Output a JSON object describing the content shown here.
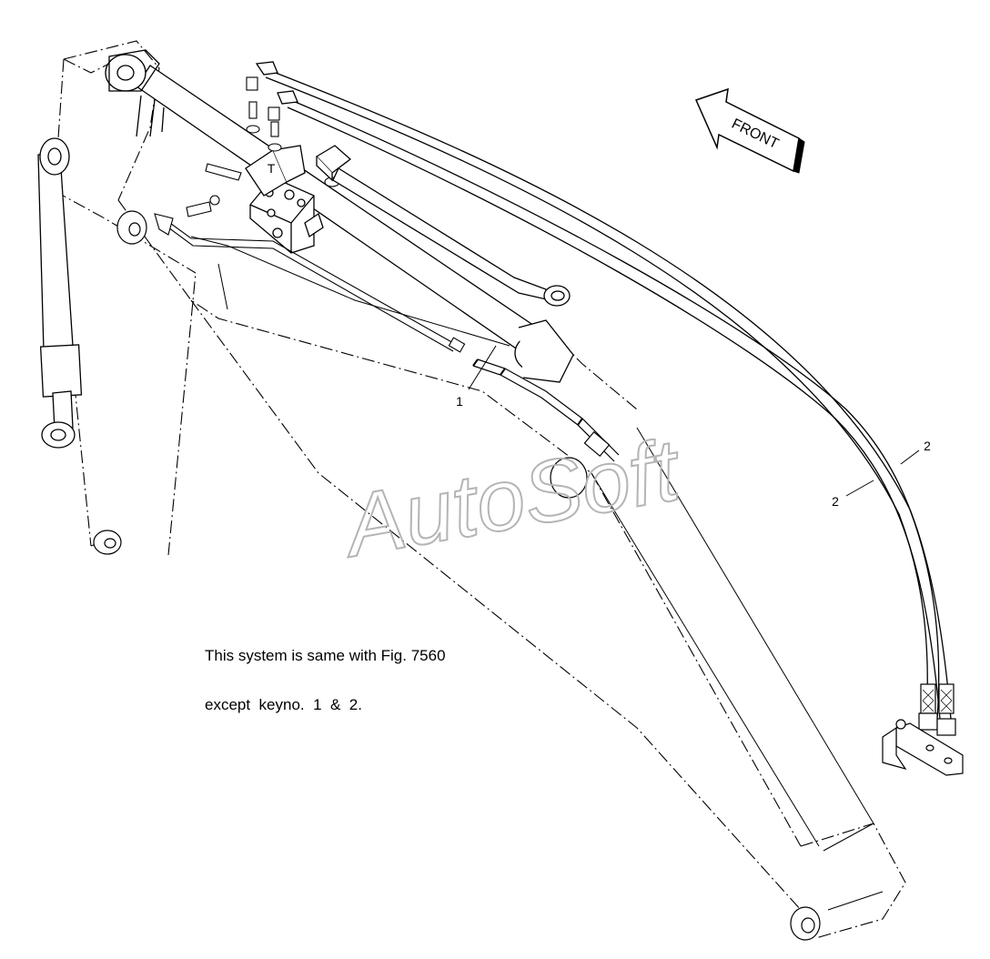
{
  "labels": {
    "front": "FRONT",
    "port_t": "T",
    "key_1": "1",
    "key_2a": "2",
    "key_2b": "2"
  },
  "note": {
    "line1": "This system is same with Fig. 7560",
    "line2": "except  keyno.  1  &  2."
  },
  "watermark": "AutoSoft",
  "colors": {
    "line": "#000000",
    "watermark": "#b4b4b4",
    "background": "#ffffff"
  }
}
